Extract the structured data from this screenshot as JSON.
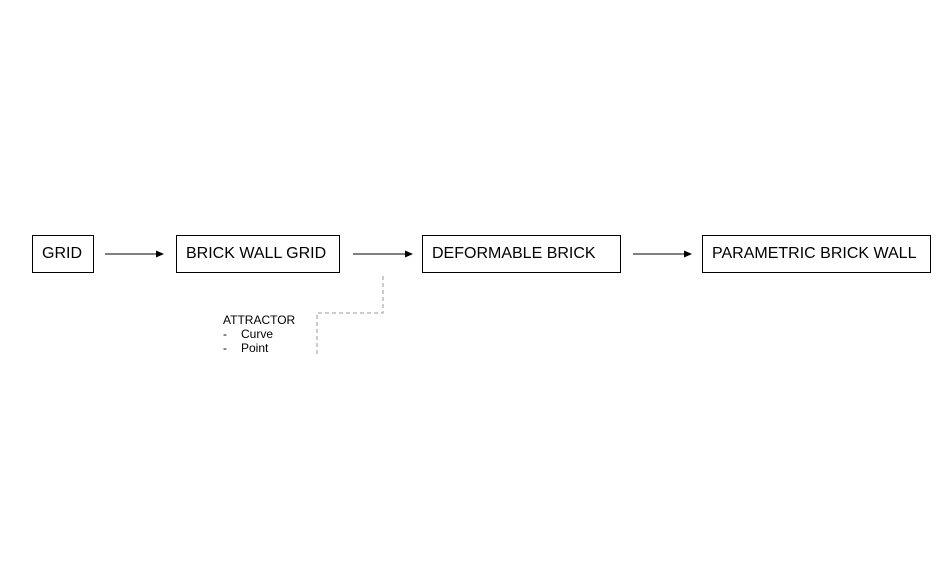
{
  "nodes": [
    {
      "id": "grid",
      "label": "GRID"
    },
    {
      "id": "brick-wall-grid",
      "label": "BRICK WALL GRID"
    },
    {
      "id": "deformable-brick",
      "label": "DEFORMABLE BRICK"
    },
    {
      "id": "parametric-brick-wall",
      "label": "PARAMETRIC BRICK WALL"
    }
  ],
  "edges": [
    {
      "from": "grid",
      "to": "brick-wall-grid"
    },
    {
      "from": "brick-wall-grid",
      "to": "deformable-brick"
    },
    {
      "from": "deformable-brick",
      "to": "parametric-brick-wall"
    }
  ],
  "attractor": {
    "title": "ATTRACTOR",
    "items": [
      {
        "bullet": "-",
        "label": "Curve"
      },
      {
        "bullet": "-",
        "label": "Point"
      }
    ]
  },
  "colors": {
    "stroke": "#000000",
    "dashed": "#9a9a9a",
    "background": "#ffffff"
  }
}
